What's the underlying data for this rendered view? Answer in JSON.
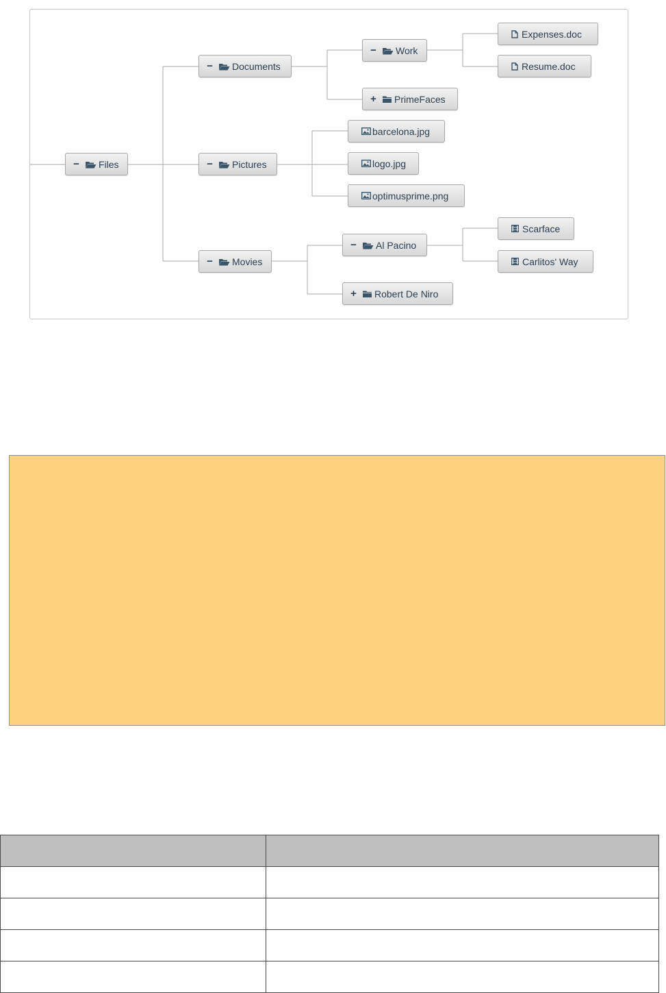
{
  "tree": {
    "nodes": [
      {
        "id": "files",
        "label": "Files",
        "icon": "folder-open-icon",
        "toggle": "−"
      },
      {
        "id": "documents",
        "label": "Documents",
        "icon": "folder-open-icon",
        "toggle": "−"
      },
      {
        "id": "work",
        "label": "Work",
        "icon": "folder-open-icon",
        "toggle": "−"
      },
      {
        "id": "expenses",
        "label": "Expenses.doc",
        "icon": "document-icon",
        "toggle": ""
      },
      {
        "id": "resume",
        "label": "Resume.doc",
        "icon": "document-icon",
        "toggle": ""
      },
      {
        "id": "primefaces",
        "label": "PrimeFaces",
        "icon": "folder-closed-icon",
        "toggle": "+"
      },
      {
        "id": "pictures",
        "label": "Pictures",
        "icon": "folder-open-icon",
        "toggle": "−"
      },
      {
        "id": "barcelona",
        "label": "barcelona.jpg",
        "icon": "picture-icon",
        "toggle": ""
      },
      {
        "id": "logo",
        "label": "logo.jpg",
        "icon": "picture-icon",
        "toggle": ""
      },
      {
        "id": "optimusprime",
        "label": "optimusprime.png",
        "icon": "picture-icon",
        "toggle": ""
      },
      {
        "id": "movies",
        "label": "Movies",
        "icon": "folder-open-icon",
        "toggle": "−"
      },
      {
        "id": "alpacino",
        "label": "Al Pacino",
        "icon": "folder-open-icon",
        "toggle": "−"
      },
      {
        "id": "scarface",
        "label": "Scarface",
        "icon": "film-icon",
        "toggle": ""
      },
      {
        "id": "carlitos",
        "label": "Carlitos' Way",
        "icon": "film-icon",
        "toggle": ""
      },
      {
        "id": "deniro",
        "label": "Robert De Niro",
        "icon": "folder-closed-icon",
        "toggle": "+"
      }
    ]
  },
  "table": {
    "headers": [
      "",
      ""
    ],
    "rows": [
      [
        "",
        ""
      ],
      [
        "",
        ""
      ],
      [
        "",
        ""
      ],
      [
        "",
        ""
      ]
    ]
  },
  "colors": {
    "panel_fill": "#fed37f",
    "table_header": "#bfbfbf",
    "node_text": "#2c3e50",
    "connector": "#a8a8a8"
  }
}
